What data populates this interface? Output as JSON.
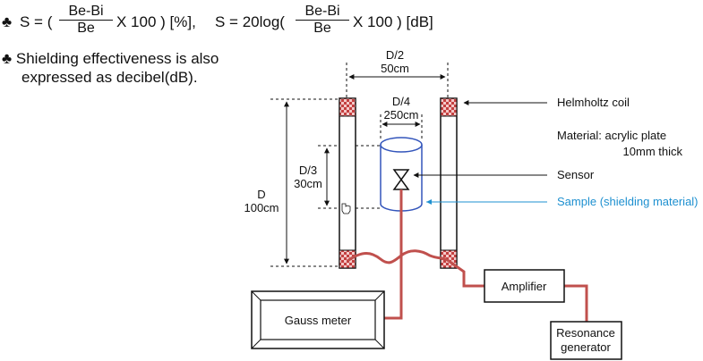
{
  "formula": {
    "bullet_icon": "club-icon",
    "f1_prefix": "S = (",
    "f1_num": "Be-Bi",
    "f1_den": "Be",
    "f1_suffix": "X 100 ) [%],",
    "f2_prefix": "S = 20log(",
    "f2_num": "Be-Bi",
    "f2_den": "Be",
    "f2_suffix": "X 100 ) [dB]"
  },
  "note": {
    "line1": "Shielding effectiveness is also",
    "line2": "expressed as decibel(dB)."
  },
  "diagram": {
    "d2_label": "D/2",
    "d2_value": "50cm",
    "d4_label": "D/4",
    "d4_value": "250cm",
    "d3_label": "D/3",
    "d3_value": "30cm",
    "d_label": "D",
    "d_value": "100cm",
    "helmholtz": "Helmholtz coil",
    "material_1": "Material: acrylic plate",
    "material_2": "10mm thick",
    "sensor": "Sensor",
    "sample": "Sample (shielding material)",
    "amplifier": "Amplifier",
    "gauss_meter": "Gauss meter",
    "resonance_1": "Resonance",
    "resonance_2": "generator"
  },
  "colors": {
    "cable": "#c0504d",
    "sample": "#1e90d0",
    "sample_outline": "#3355bb",
    "checker_a": "#c44040",
    "checker_b": "#f4c8c8"
  }
}
